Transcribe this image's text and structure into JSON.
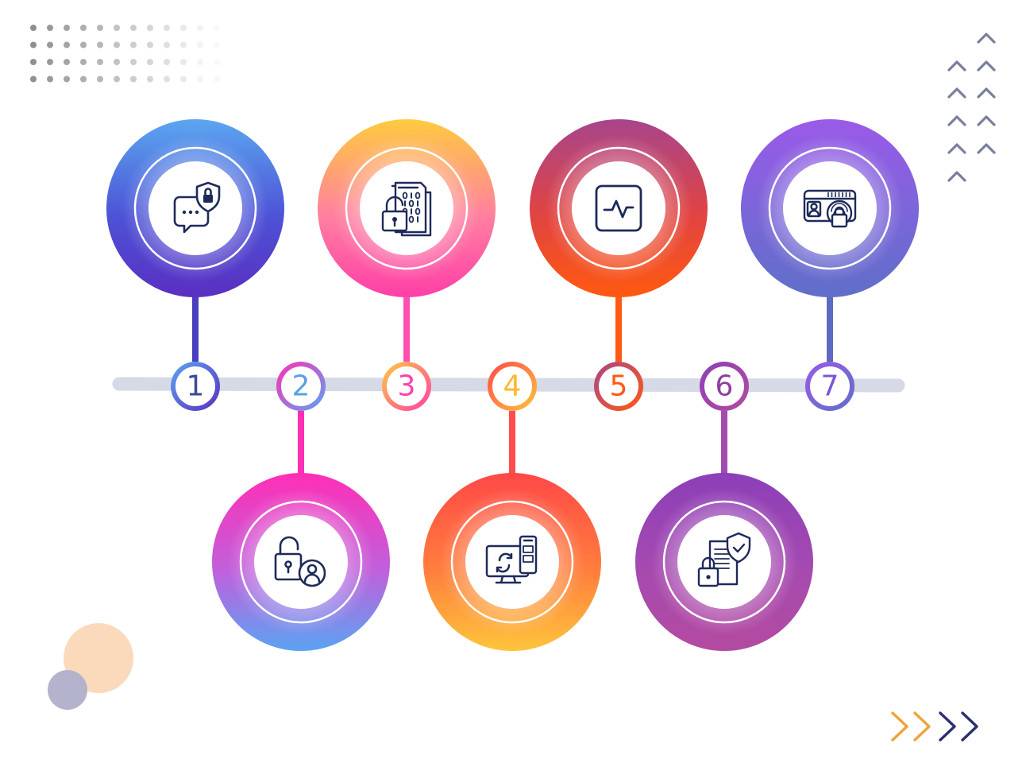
{
  "steps": [
    {
      "number": "1",
      "icon": "chat-shield-lock-icon",
      "placement": "top",
      "colors": [
        "#5ba6f0",
        "#4d52d6",
        "#5a2fc2"
      ],
      "stem_color": "#4a3fbf",
      "number_color": "#3a4a9a"
    },
    {
      "number": "2",
      "icon": "unlock-user-icon",
      "placement": "bottom",
      "colors": [
        "#ff2fb6",
        "#c060dc",
        "#5aa4f2"
      ],
      "stem_color": "#ff2fb6",
      "number_color": "#5aa0e6"
    },
    {
      "number": "3",
      "icon": "binary-document-lock-icon",
      "placement": "top",
      "colors": [
        "#ffcb3f",
        "#ff7fa0",
        "#ff3fa8"
      ],
      "stem_color": "#ff4fb0",
      "number_color": "#ff3fae"
    },
    {
      "number": "4",
      "icon": "monitor-phone-sync-icon",
      "placement": "bottom",
      "colors": [
        "#ff4848",
        "#ff7e3c",
        "#ffc43c"
      ],
      "stem_color": "#ff4d4d",
      "number_color": "#ffb72e"
    },
    {
      "number": "5",
      "icon": "activity-pulse-icon",
      "placement": "top",
      "colors": [
        "#a8458c",
        "#e24440",
        "#ff5a10"
      ],
      "stem_color": "#ff5a14",
      "number_color": "#ff5a14"
    },
    {
      "number": "6",
      "icon": "document-shield-lock-icon",
      "placement": "bottom",
      "colors": [
        "#8c3fb8",
        "#a64ab0",
        "#b44aa0"
      ],
      "stem_color": "#a24aae",
      "number_color": "#8e3f9e"
    },
    {
      "number": "7",
      "icon": "id-card-fingerprint-lock-icon",
      "placement": "top",
      "colors": [
        "#9a5ae8",
        "#7a66d8",
        "#5f6fc8"
      ],
      "stem_color": "#5d6ac4",
      "number_color": "#7a55d6"
    }
  ],
  "theme": {
    "track": "#d6d9e6",
    "icon_stroke": "#1e2a5a",
    "dot_color": "#8a8a8a",
    "chevron_color": "#7a7f9e",
    "arrow_orange": "#f0a23c",
    "arrow_navy": "#2a2f6e",
    "blob_peach": "#fbd9bb",
    "blob_lavender": "#b3b3cd"
  }
}
